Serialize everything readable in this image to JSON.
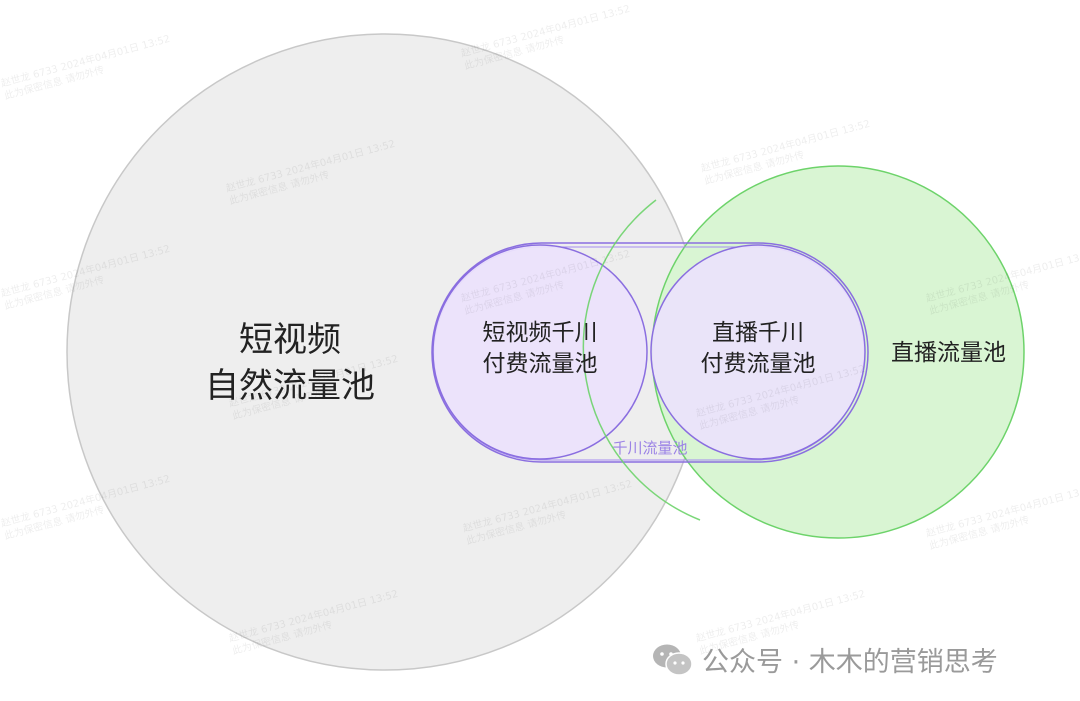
{
  "diagram": {
    "pools": [
      {
        "id": "short-video-natural",
        "label_line1": "短视频",
        "label_line2": "自然流量池",
        "fill": "#eeeeee",
        "stroke": "#c8c8c8"
      },
      {
        "id": "live-natural",
        "label": "直播流量池",
        "fill": "#d9f5d3",
        "stroke": "#6dd36a"
      },
      {
        "id": "qianchuan-pool",
        "label": "千川流量池",
        "stroke": "#8a6ee0",
        "label_color": "#9b82e6"
      },
      {
        "id": "short-video-qianchuan",
        "label_line1": "短视频千川",
        "label_line2": "付费流量池",
        "fill": "#ece2fc",
        "stroke": "#8a6ee0"
      },
      {
        "id": "live-qianchuan",
        "label_line1": "直播千川",
        "label_line2": "付费流量池",
        "fill": "#ece2fc",
        "stroke": "#8a6ee0"
      }
    ]
  },
  "watermark": {
    "line1": "赵世龙 6733 2024年04月01日 13:52",
    "line2": "此为保密信息 请勿外传"
  },
  "footer": {
    "icon": "wechat-icon",
    "text": "公众号 · 木木的营销思考"
  }
}
